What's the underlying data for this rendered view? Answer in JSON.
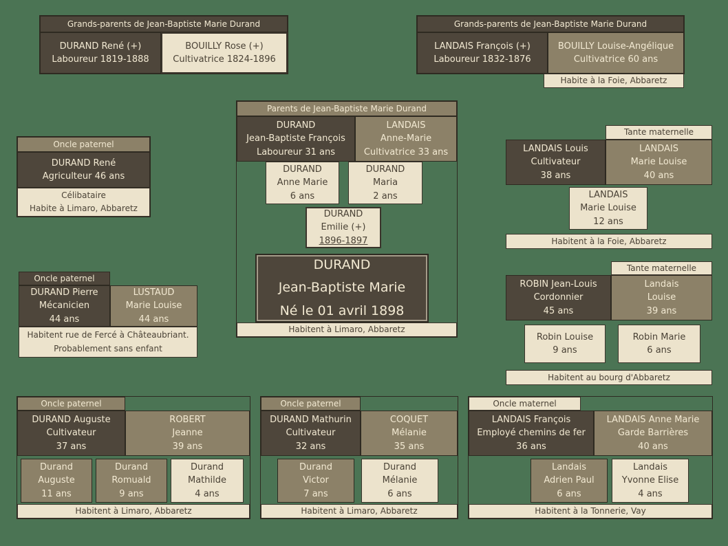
{
  "colors": {
    "background": "#4b7454",
    "dark_cell": "#4e463b",
    "olive_cell": "#8c8168",
    "cream_cell": "#ece3cc",
    "light_text": "#f2e9d2",
    "dark_text": "#4a4236",
    "border": "#2e2a21"
  },
  "gp_paternal": {
    "title": "Grands-parents de Jean-Baptiste Marie Durand",
    "husband": [
      "DURAND René (+)",
      "Laboureur 1819-1888"
    ],
    "wife": [
      "BOUILLY Rose (+)",
      "Cultivatrice 1824-1896"
    ]
  },
  "gp_maternal": {
    "title": "Grands-parents de Jean-Baptiste Marie Durand",
    "husband": [
      "LANDAIS François (+)",
      "Laboureur 1832-1876"
    ],
    "wife": [
      "BOUILLY Louise-Angélique",
      "Cultivatrice 60 ans"
    ],
    "residence": "Habite à la Foie, Abbaretz"
  },
  "uncle_rene": {
    "title": "Oncle paternel",
    "person": [
      "DURAND René",
      "Agriculteur 46 ans"
    ],
    "footer": [
      "Célibataire",
      "Habite à Limaro, Abbaretz"
    ]
  },
  "parents": {
    "title": "Parents de Jean-Baptiste Marie Durand",
    "father": [
      "DURAND",
      "Jean-Baptiste François",
      "Laboureur 31 ans"
    ],
    "mother": [
      "LANDAIS",
      "Anne-Marie",
      "Cultivatrice 33 ans"
    ],
    "child_anne_marie": [
      "DURAND",
      "Anne Marie",
      "6 ans"
    ],
    "child_maria": [
      "DURAND",
      "Maria",
      "2 ans"
    ],
    "child_emilie": [
      "DURAND",
      "Emilie (+)",
      "1896-1897"
    ],
    "main_person": [
      "DURAND",
      "Jean-Baptiste Marie",
      "Né le 01 avril 1898"
    ],
    "residence": "Habitent à Limaro, Abbaretz"
  },
  "aunt_louis": {
    "title": "Tante maternelle",
    "husband": [
      "LANDAIS Louis",
      "Cultivateur",
      "38 ans"
    ],
    "wife": [
      "LANDAIS",
      "Marie Louise",
      "40 ans"
    ],
    "child": [
      "LANDAIS",
      "Marie Louise",
      "12 ans"
    ],
    "residence": "Habitent à la Foie, Abbaretz"
  },
  "uncle_pierre": {
    "title": "Oncle paternel",
    "husband": [
      "DURAND Pierre",
      "Mécanicien",
      "44 ans"
    ],
    "wife": [
      "LUSTAUD",
      "Marie Louise",
      "44 ans"
    ],
    "footer": [
      "Habitent rue de Fercé à Châteaubriant.",
      "Probablement sans enfant"
    ]
  },
  "aunt_robin": {
    "title": "Tante maternelle",
    "husband": [
      "ROBIN Jean-Louis",
      "Cordonnier",
      "45 ans"
    ],
    "wife": [
      "Landais",
      "Louise",
      "39 ans"
    ],
    "children": [
      [
        "Robin Louise",
        "9 ans"
      ],
      [
        "Robin Marie",
        "6 ans"
      ]
    ],
    "residence": "Habitent au bourg d'Abbaretz"
  },
  "uncle_auguste": {
    "title": "Oncle paternel",
    "husband": [
      "DURAND Auguste",
      "Cultivateur",
      "37 ans"
    ],
    "wife": [
      "ROBERT",
      "Jeanne",
      "39 ans"
    ],
    "children": [
      [
        "Durand",
        "Auguste",
        "11 ans"
      ],
      [
        "Durand",
        "Romuald",
        "9 ans"
      ],
      [
        "Durand",
        "Mathilde",
        "4 ans"
      ]
    ],
    "residence": "Habitent à Limaro, Abbaretz"
  },
  "uncle_mathurin": {
    "title": "Oncle paternel",
    "husband": [
      "DURAND Mathurin",
      "Cultivateur",
      "32 ans"
    ],
    "wife": [
      "COQUET",
      "Mélanie",
      "35 ans"
    ],
    "children": [
      [
        "Durand",
        "Victor",
        "7 ans"
      ],
      [
        "Durand",
        "Mélanie",
        "6 ans"
      ]
    ],
    "residence": "Habitent à Limaro, Abbaretz"
  },
  "uncle_francois": {
    "title": "Oncle maternel",
    "husband": [
      "LANDAIS François",
      "Employé chemins de fer",
      "36 ans"
    ],
    "wife": [
      "LANDAIS Anne Marie",
      "Garde Barrières",
      "40 ans"
    ],
    "children": [
      [
        "Landais",
        "Adrien Paul",
        "6 ans"
      ],
      [
        "Landais",
        "Yvonne Elise",
        "4 ans"
      ]
    ],
    "residence": "Habitent à la Tonnerie, Vay"
  }
}
